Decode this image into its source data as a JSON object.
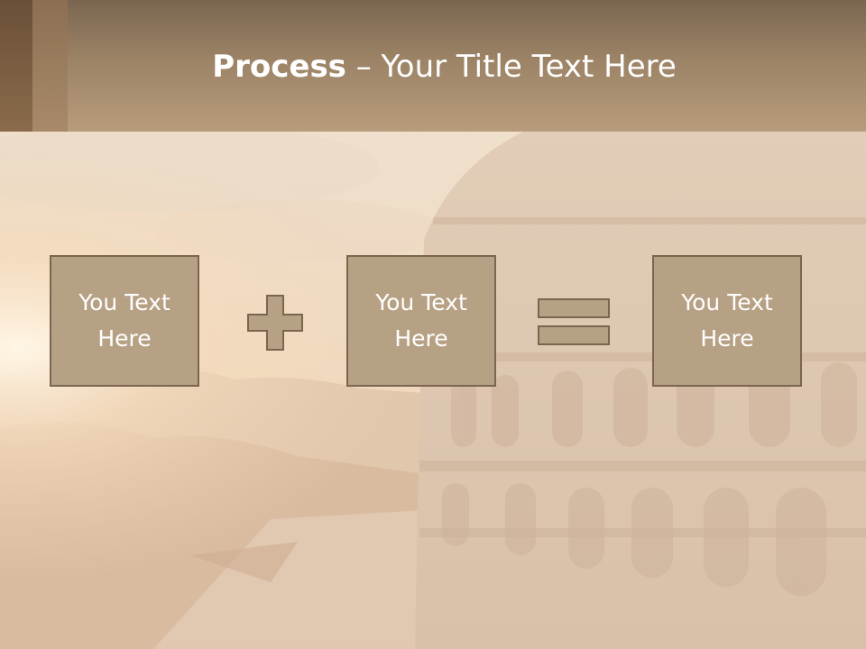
{
  "title": {
    "bold": "Process",
    "rest": " – Your Title Text Here"
  },
  "boxes": [
    {
      "text": "You Text Here"
    },
    {
      "text": "You Text Here"
    },
    {
      "text": "You Text Here"
    }
  ],
  "operators": [
    "plus-icon",
    "equals-icon"
  ],
  "colors": {
    "header": "#a88a6b",
    "box_fill": "#b7a184",
    "box_border": "#7a6550",
    "text": "#ffffff"
  }
}
